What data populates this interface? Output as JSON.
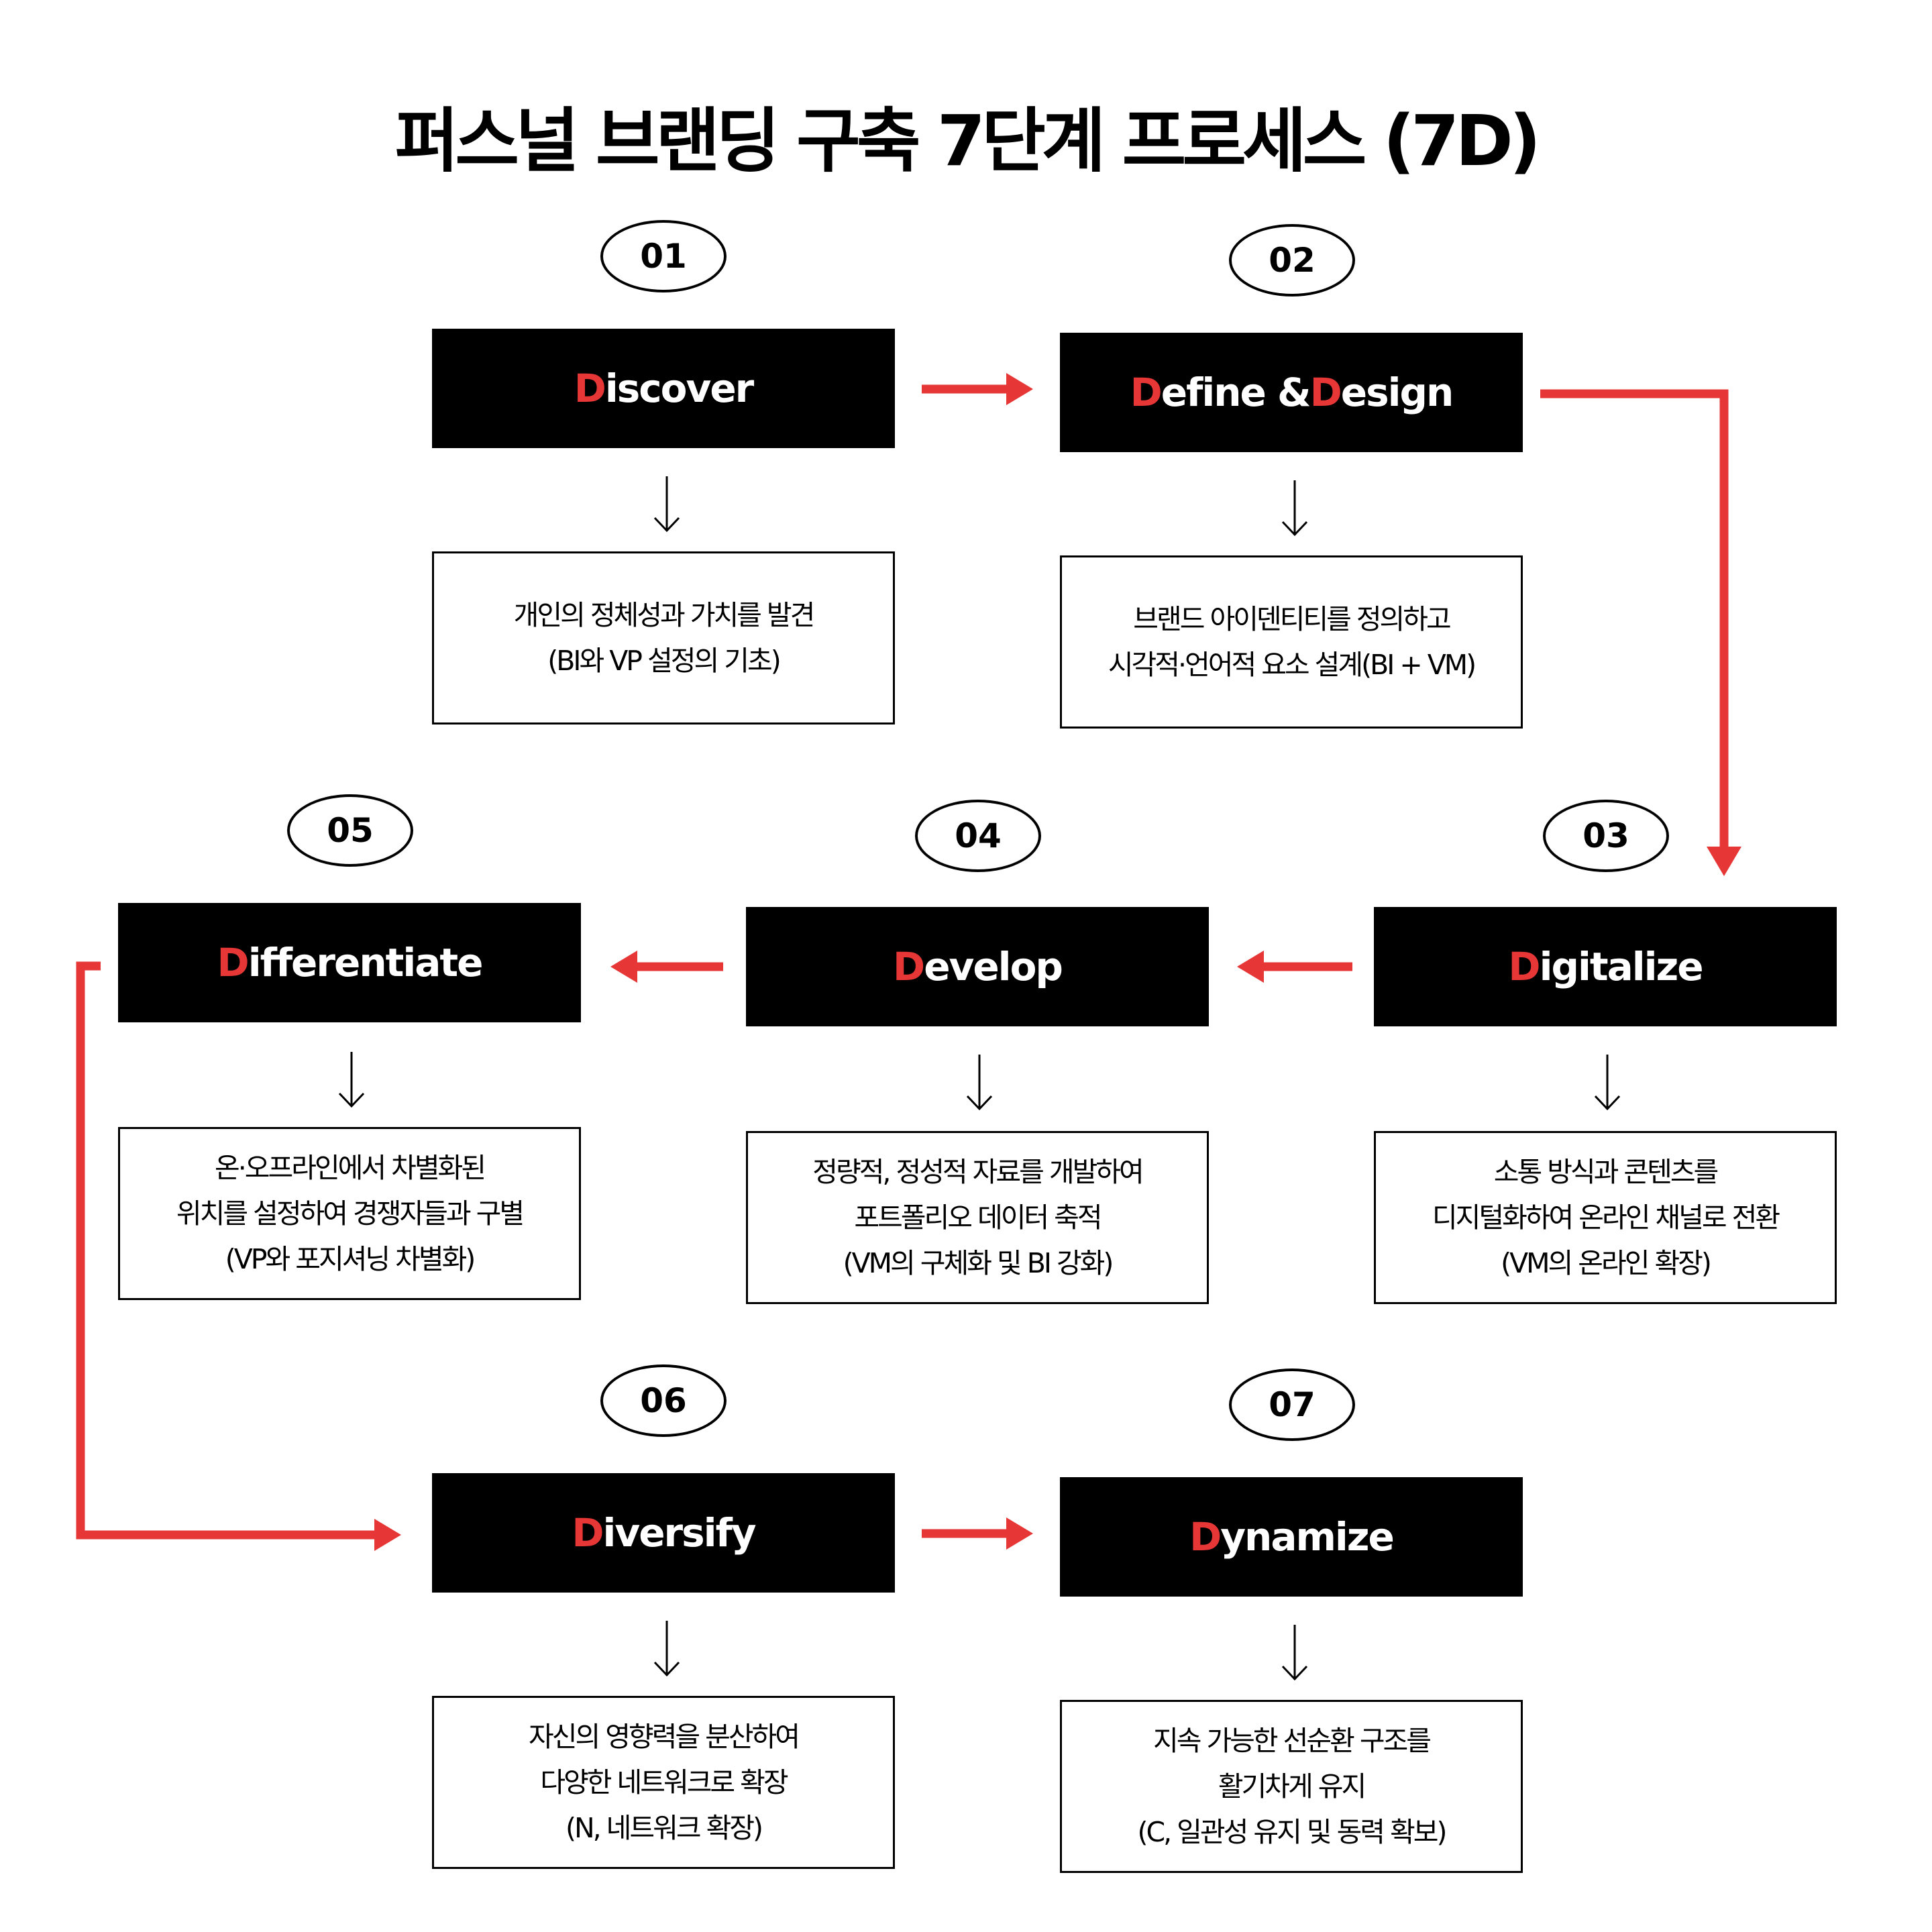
{
  "title": "퍼스널 브랜딩 구축 7단계 프로세스 (7D)",
  "colors": {
    "accent": "#e63636",
    "box": "#000000",
    "box_text": "#ffffff",
    "outline": "#000000"
  },
  "steps": [
    {
      "number": "01",
      "heading_initial": "D",
      "heading_rest": "iscover",
      "description": [
        "개인의 정체성과 가치를 발견",
        "(BI와 VP 설정의 기초)"
      ]
    },
    {
      "number": "02",
      "heading_initial": "D",
      "heading_rest": "efine & ",
      "heading_initial_2": "D",
      "heading_rest_2": "esign",
      "description": [
        "브랜드 아이덴티티를 정의하고",
        "시각적·언어적 요소 설계(BI + VM)"
      ]
    },
    {
      "number": "03",
      "heading_initial": "D",
      "heading_rest": "igitalize",
      "description": [
        "소통 방식과 콘텐츠를",
        "디지털화하여 온라인 채널로 전환",
        "(VM의 온라인 확장)"
      ]
    },
    {
      "number": "04",
      "heading_initial": "D",
      "heading_rest": "evelop",
      "description": [
        "정량적, 정성적 자료를 개발하여",
        "포트폴리오 데이터 축적",
        "(VM의 구체화 및 BI 강화)"
      ]
    },
    {
      "number": "05",
      "heading_initial": "D",
      "heading_rest": "ifferentiate",
      "description": [
        "온·오프라인에서 차별화된",
        "위치를 설정하여 경쟁자들과 구별",
        "(VP와 포지셔닝 차별화)"
      ]
    },
    {
      "number": "06",
      "heading_initial": "D",
      "heading_rest": "iversify",
      "description": [
        "자신의 영향력을 분산하여",
        "다양한 네트워크로 확장",
        "(N, 네트워크 확장)"
      ]
    },
    {
      "number": "07",
      "heading_initial": "D",
      "heading_rest": "ynamize",
      "description": [
        "지속 가능한 선순환 구조를",
        "활기차게 유지",
        "(C, 일관성 유지 및 동력 확보)"
      ]
    }
  ]
}
